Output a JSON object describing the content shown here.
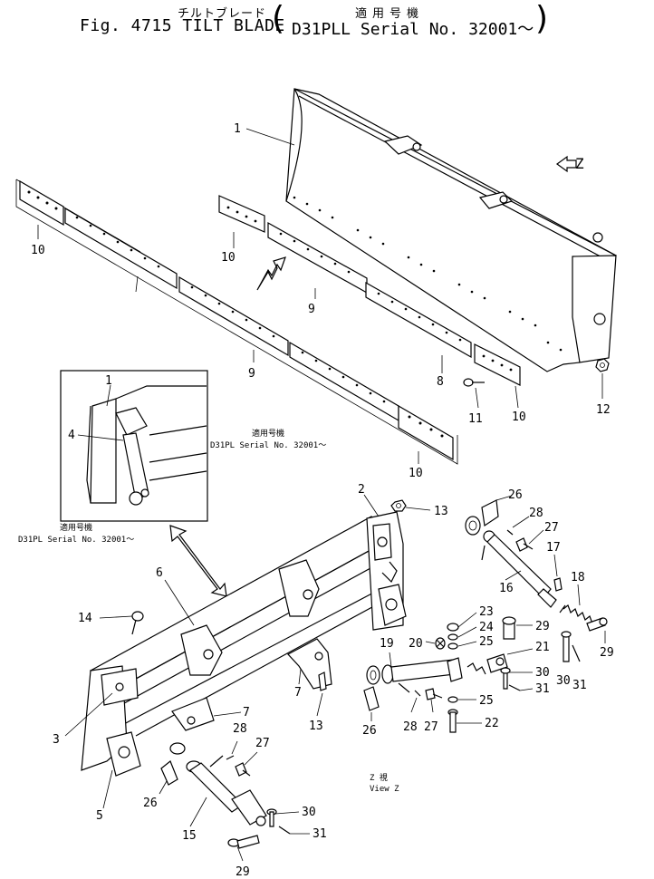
{
  "header": {
    "jp_title": "チルトブレード",
    "jp_applicable": "適用号機",
    "fig_title": "Fig. 4715 TILT BLADE",
    "serial_title": "D31PLL Serial No. 32001～",
    "paren_open": "(",
    "paren_close": ")"
  },
  "view_marker": {
    "arrow": "⇐",
    "label": "Z"
  },
  "notes": {
    "inset_applicable": "適用号機",
    "inset_serial": "D31PL  Serial No. 32001～",
    "middle_applicable": "適用号機",
    "middle_serial": "D31PL  Serial No. 32001～",
    "view_z_jp": "Z 視",
    "view_z_en": "View Z"
  },
  "callouts": [
    {
      "id": "c1-blade",
      "text": "1"
    },
    {
      "id": "c10-a",
      "text": "10"
    },
    {
      "id": "c10-b",
      "text": "10"
    },
    {
      "id": "c9-a",
      "text": "9"
    },
    {
      "id": "c9-b",
      "text": "9"
    },
    {
      "id": "c8",
      "text": "8"
    },
    {
      "id": "c11",
      "text": "11"
    },
    {
      "id": "c10-c",
      "text": "10"
    },
    {
      "id": "c12",
      "text": "12"
    },
    {
      "id": "c10-d",
      "text": "10"
    },
    {
      "id": "c1-inset",
      "text": "1"
    },
    {
      "id": "c4",
      "text": "4"
    },
    {
      "id": "c2",
      "text": "2"
    },
    {
      "id": "c13-a",
      "text": "13"
    },
    {
      "id": "c26-a",
      "text": "26"
    },
    {
      "id": "c28-a",
      "text": "28"
    },
    {
      "id": "c27-a",
      "text": "27"
    },
    {
      "id": "c17",
      "text": "17"
    },
    {
      "id": "c16",
      "text": "16"
    },
    {
      "id": "c18",
      "text": "18"
    },
    {
      "id": "c23",
      "text": "23"
    },
    {
      "id": "c29-a",
      "text": "29"
    },
    {
      "id": "c24",
      "text": "24"
    },
    {
      "id": "c29-b",
      "text": "29"
    },
    {
      "id": "c20",
      "text": "20"
    },
    {
      "id": "c25-a",
      "text": "25"
    },
    {
      "id": "c19",
      "text": "19"
    },
    {
      "id": "c21",
      "text": "21"
    },
    {
      "id": "c30-a",
      "text": "30"
    },
    {
      "id": "c31-a",
      "text": "31"
    },
    {
      "id": "c30-b",
      "text": "30"
    },
    {
      "id": "c31-b",
      "text": "31"
    },
    {
      "id": "c25-b",
      "text": "25"
    },
    {
      "id": "c6",
      "text": "6"
    },
    {
      "id": "c14",
      "text": "14"
    },
    {
      "id": "c7-a",
      "text": "7"
    },
    {
      "id": "c7-b",
      "text": "7"
    },
    {
      "id": "c13-b",
      "text": "13"
    },
    {
      "id": "c26-b",
      "text": "26"
    },
    {
      "id": "c28-b",
      "text": "28"
    },
    {
      "id": "c27-b",
      "text": "27"
    },
    {
      "id": "c22",
      "text": "22"
    },
    {
      "id": "c3",
      "text": "3"
    },
    {
      "id": "c28-c",
      "text": "28"
    },
    {
      "id": "c27-c",
      "text": "27"
    },
    {
      "id": "c26-c",
      "text": "26"
    },
    {
      "id": "c5",
      "text": "5"
    },
    {
      "id": "c15",
      "text": "15"
    },
    {
      "id": "c30-c",
      "text": "30"
    },
    {
      "id": "c31-c",
      "text": "31"
    },
    {
      "id": "c29-c",
      "text": "29"
    }
  ]
}
